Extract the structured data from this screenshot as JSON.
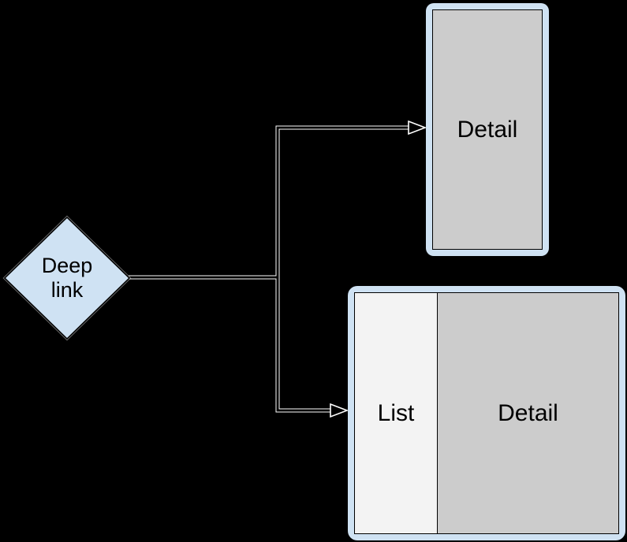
{
  "colors": {
    "background": "#000000",
    "device_frame_blue": "#cfe2f3",
    "screen_gray": "#cccccc",
    "list_pane_gray": "#f3f3f3",
    "outline_black": "#000000",
    "connector_casing_white": "#ffffff",
    "connector_core_black": "#000000",
    "label_text": "#000000"
  },
  "nodes": {
    "deep_link": {
      "label": "Deep link"
    },
    "detail_screen": {
      "label": "Detail"
    },
    "list_detail_screen": {
      "list_label": "List",
      "detail_label": "Detail"
    }
  }
}
